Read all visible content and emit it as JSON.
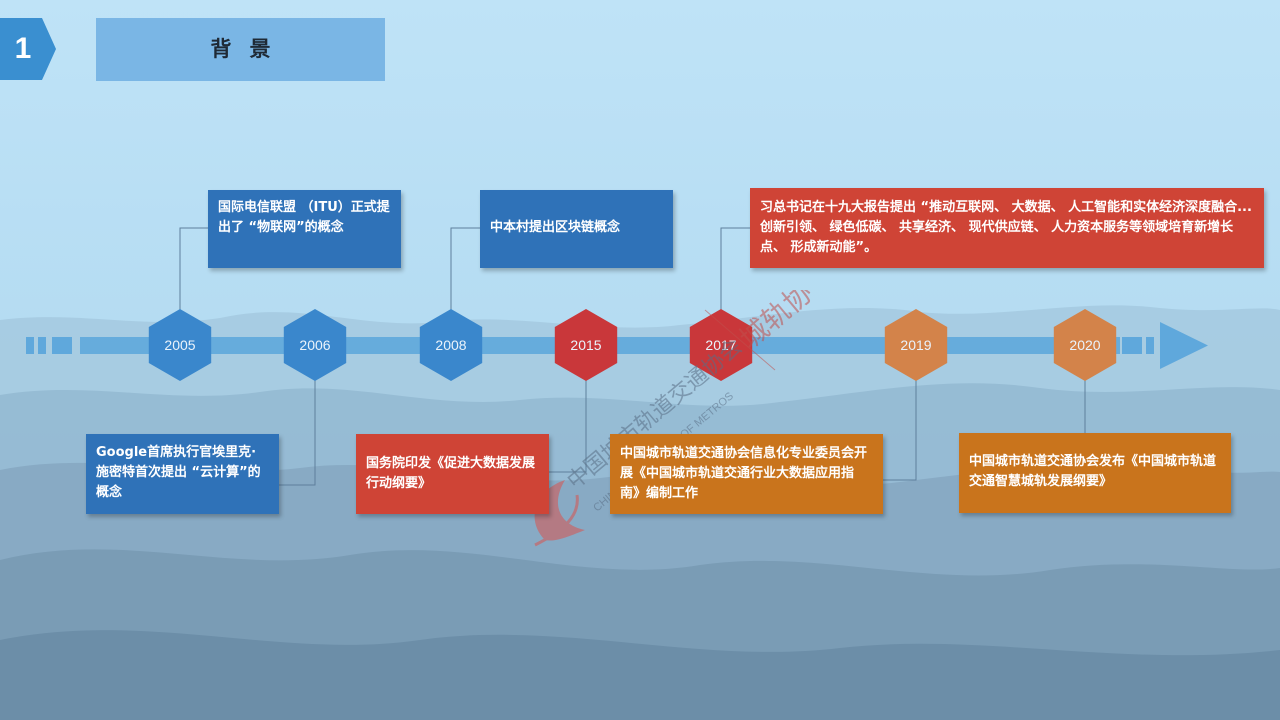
{
  "section": {
    "number": "1",
    "title": "背景"
  },
  "timeline": {
    "years": [
      "2005",
      "2006",
      "2008",
      "2015",
      "2017",
      "2019",
      "2020"
    ],
    "events": [
      {
        "year": "2005",
        "text": "国际电信联盟 （ITU）正式提出了 “物联网”的概念"
      },
      {
        "year": "2006",
        "text": "Google首席执行官埃里克·施密特首次提出 “云计算”的概念"
      },
      {
        "year": "2008",
        "text": "中本村提出区块链概念"
      },
      {
        "year": "2015",
        "text": "国务院印发《促进大数据发展行动纲要》"
      },
      {
        "year": "2017",
        "text": "习总书记在十九大报告提出 “推动互联网、 大数据、 人工智能和实体经济深度融合...创新引领、 绿色低碳、 共享经济、 现代供应链、 人力资本服务等领域培育新增长点、 形成新动能”。"
      },
      {
        "year": "2019",
        "text": "中国城市轨道交通协会信息化专业委员会开展《中国城市轨道交通行业大数据应用指南》编制工作"
      },
      {
        "year": "2020",
        "text": "中国城市轨道交通协会发布《中国城市轨道交通智慧城轨发展纲要》"
      }
    ]
  },
  "watermark": {
    "cn": "中国城市轨道交通协会",
    "en": "CHINA ASSOCIATION OF METROS",
    "stamp": "城轨协"
  },
  "colors": {
    "blue": "#2f72b8",
    "red": "#cf4436",
    "orange": "#c9741c",
    "arrow": "#5fa8dc",
    "sky": "#bfe2f6"
  }
}
